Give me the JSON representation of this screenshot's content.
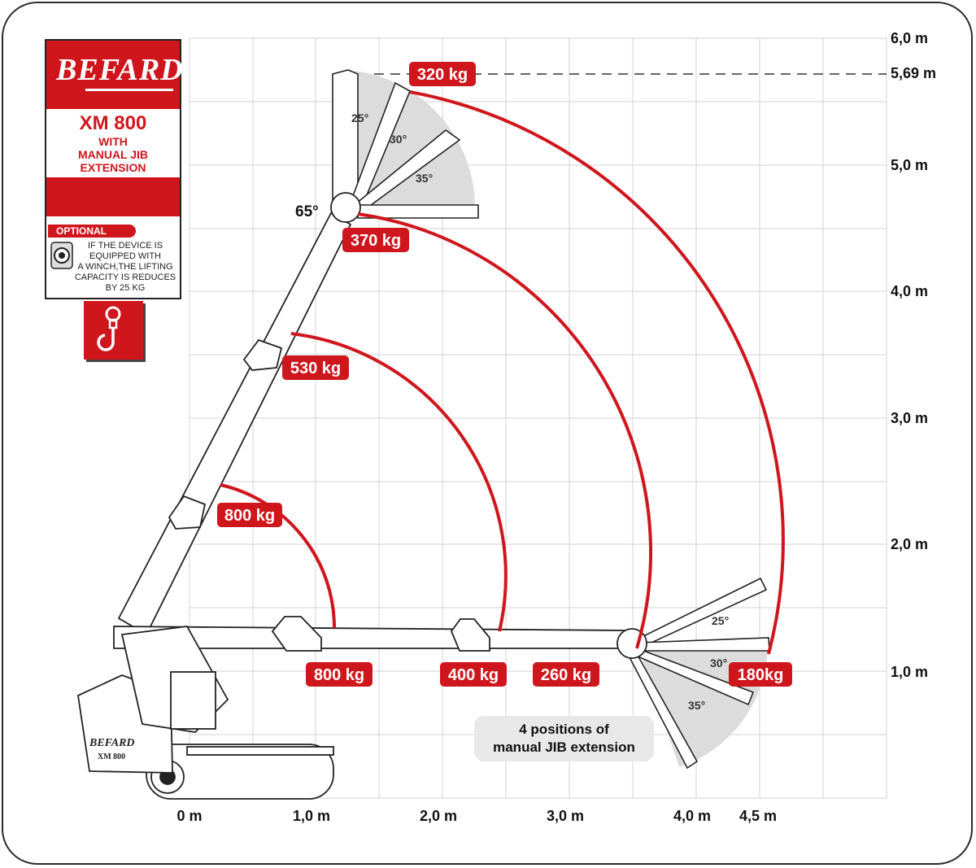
{
  "brand": {
    "logo": "BEFARD",
    "model": "XM 800",
    "model_lines": [
      "WITH",
      "MANUAL JIB",
      "EXTENSION"
    ],
    "optional_badge": "OPTIONAL",
    "optional_text": [
      "IF THE DEVICE IS",
      "EQUIPPED WITH",
      "A WINCH,THE LIFTING",
      "CAPACITY IS REDUCES",
      "BY 25 KG"
    ],
    "machine_logo": "BEFARD",
    "machine_model": "XM 800"
  },
  "colors": {
    "accent": "#d0161d",
    "grid": "#d3d3d3",
    "machine": "#222222",
    "sector": "#dcdcdc"
  },
  "icons": {
    "winch": "winch-icon",
    "hook": "crane-hook-icon"
  },
  "note": [
    "4 positions of",
    "manual JIB extension"
  ],
  "chart_data": {
    "type": "load-chart",
    "x_unit": "m",
    "y_unit": "m",
    "x_ticks": [
      "0 m",
      "1,0 m",
      "2,0 m",
      "3,0 m",
      "4,0 m",
      "4,5 m"
    ],
    "y_ticks": [
      "6,0 m",
      "5,69 m",
      "5,0 m",
      "4,0 m",
      "3,0 m",
      "2,0 m",
      "1,0 m"
    ],
    "max_height": {
      "value": 5.69,
      "label": "5,69 m"
    },
    "boom_angle": {
      "label": "65°",
      "value": 65
    },
    "jib_angles": [
      "25°",
      "30°",
      "35°"
    ],
    "arcs": [
      {
        "load": "800 kg",
        "radius_label": "800 kg",
        "reach": 1.2
      },
      {
        "load": "530 kg",
        "radius_label": "400 kg",
        "reach": 2.45
      },
      {
        "load": "370 kg",
        "radius_label": "260 kg",
        "reach": 3.55
      },
      {
        "load": "320 kg",
        "radius_label": "180kg",
        "reach": 4.55
      }
    ]
  }
}
